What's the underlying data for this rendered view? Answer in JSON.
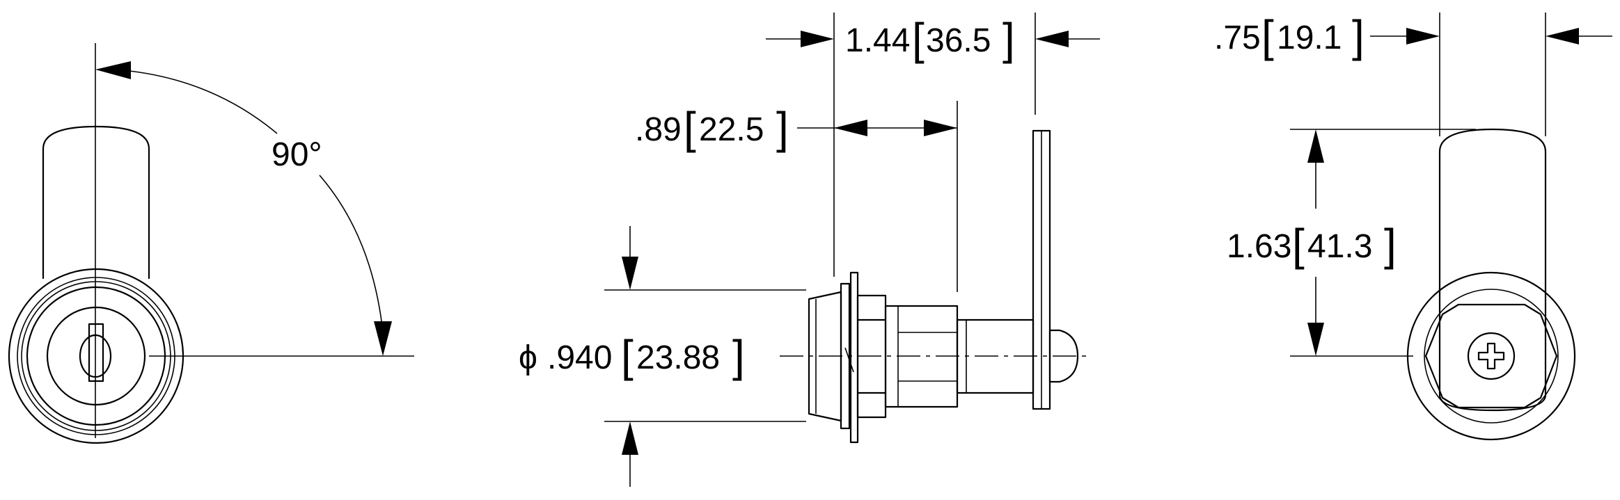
{
  "views": {
    "front": {
      "angle_label": "90°"
    },
    "side": {
      "overall_length": {
        "inch": "1.44",
        "mm": "36.5"
      },
      "body_length": {
        "inch": ".89",
        "mm": "22.5"
      },
      "diameter": {
        "symbol": "ϕ",
        "inch": ".940",
        "mm": "23.88"
      }
    },
    "rear": {
      "cam_width": {
        "inch": ".75",
        "mm": "19.1"
      },
      "cam_length": {
        "inch": "1.63",
        "mm": "41.3"
      }
    }
  },
  "brackets": {
    "open": "[",
    "close": "]"
  },
  "colors": {
    "line": "#000000",
    "background": "#ffffff"
  }
}
